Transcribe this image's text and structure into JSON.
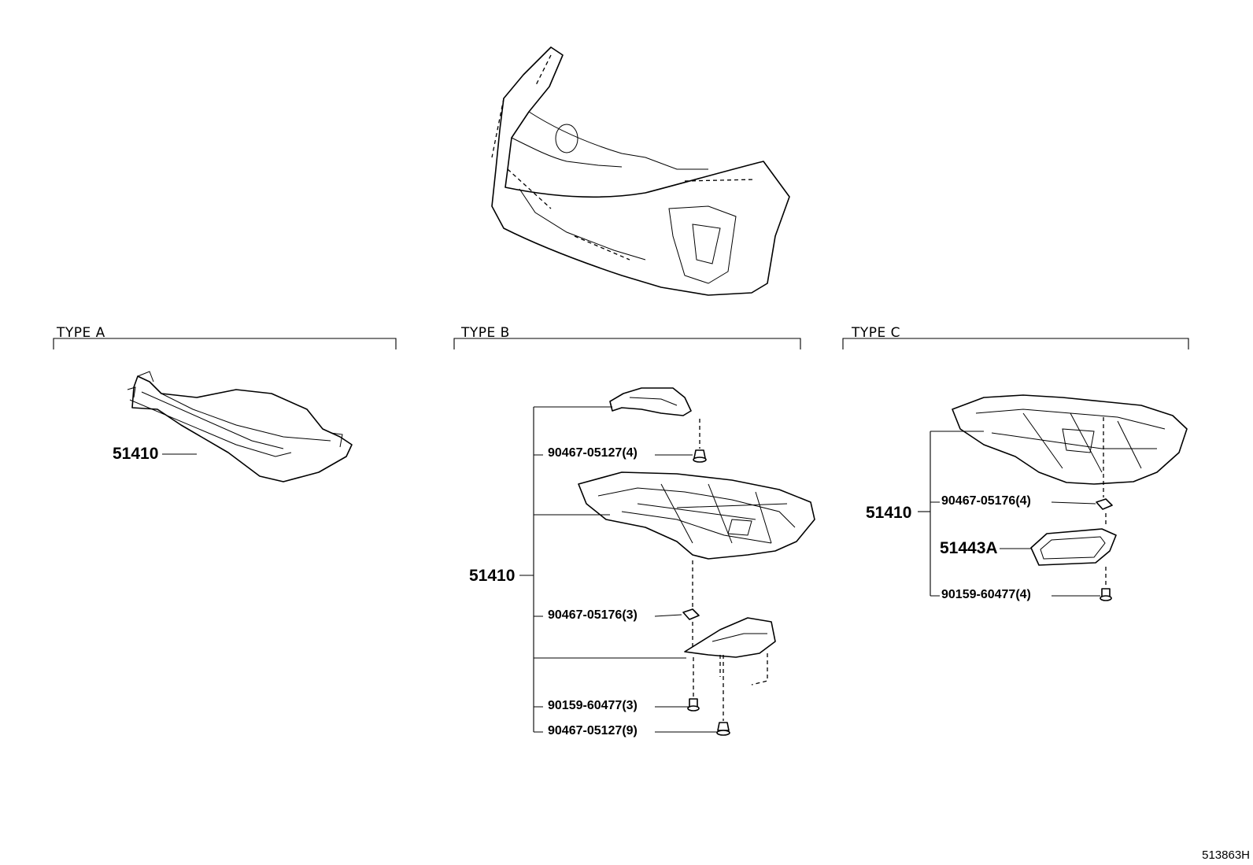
{
  "sections": {
    "type_a": {
      "title": "TYPE A"
    },
    "type_b": {
      "title": "TYPE B"
    },
    "type_c": {
      "title": "TYPE C"
    }
  },
  "labels": {
    "a_main": "51410",
    "b_main": "51410",
    "b_clip_top": "90467-05127(4)",
    "b_nut": "90467-05176(3)",
    "b_bolt": "90159-60477(3)",
    "b_clip_bottom": "90467-05127(9)",
    "c_main": "51410",
    "c_nut": "90467-05176(4)",
    "c_plate": "51443A",
    "c_bolt": "90159-60477(4)"
  },
  "icons": [
    "front-bumper-illustration",
    "under-cover-icon",
    "clip-icon",
    "nut-icon",
    "bolt-icon"
  ],
  "drawing_code": "513863H"
}
